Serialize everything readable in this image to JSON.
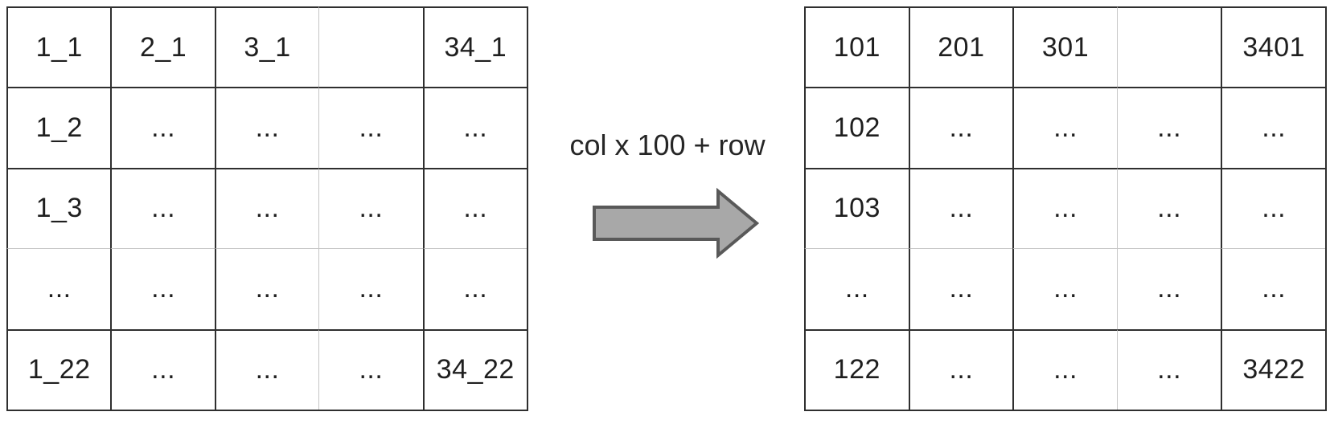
{
  "figure": {
    "transform_label": "col x 100 + row",
    "arrow": {
      "direction": "right",
      "fill": "#a8a8a8",
      "stroke": "#595959"
    },
    "colors": {
      "grid_dark": "#2f2f2f",
      "grid_light": "#c6c6c6",
      "text": "#1f1f1f"
    }
  },
  "left_table": {
    "rows": [
      {
        "cells": [
          "1_1",
          "2_1",
          "3_1",
          "",
          "34_1"
        ]
      },
      {
        "cells": [
          "1_2",
          "...",
          "...",
          "...",
          "..."
        ]
      },
      {
        "cells": [
          "1_3",
          "...",
          "...",
          "...",
          "..."
        ]
      },
      {
        "cells": [
          "...",
          "...",
          "...",
          "...",
          "..."
        ]
      },
      {
        "cells": [
          "1_22",
          "...",
          "...",
          "...",
          "34_22"
        ]
      }
    ]
  },
  "right_table": {
    "rows": [
      {
        "cells": [
          "101",
          "201",
          "301",
          "",
          "3401"
        ]
      },
      {
        "cells": [
          "102",
          "...",
          "...",
          "...",
          "..."
        ]
      },
      {
        "cells": [
          "103",
          "...",
          "...",
          "...",
          "..."
        ]
      },
      {
        "cells": [
          "...",
          "...",
          "...",
          "...",
          "..."
        ]
      },
      {
        "cells": [
          "122",
          "...",
          "...",
          "...",
          "3422"
        ]
      }
    ]
  }
}
